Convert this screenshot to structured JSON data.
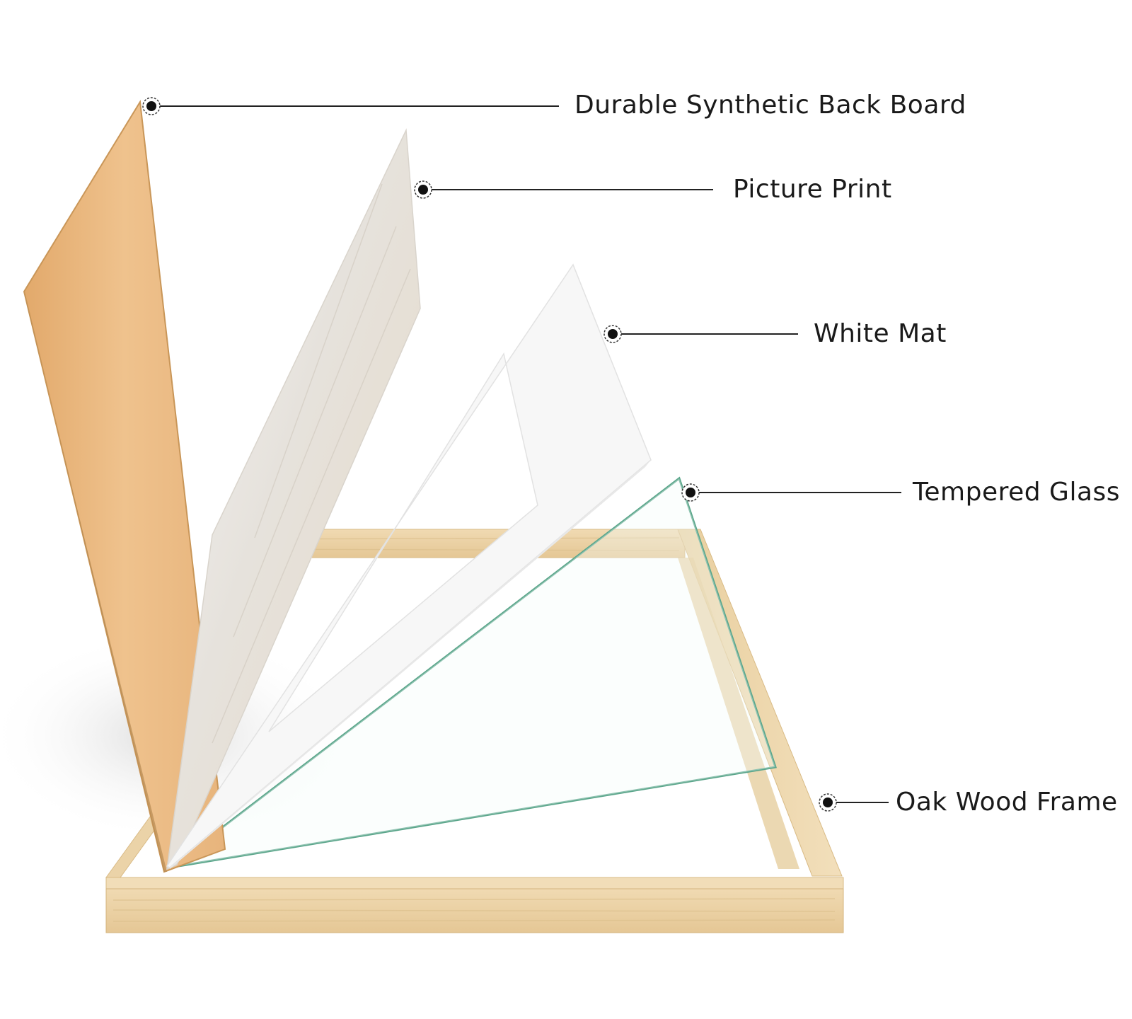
{
  "callouts": [
    {
      "id": "back-board",
      "label": "Durable Synthetic Back Board"
    },
    {
      "id": "picture-print",
      "label": "Picture Print"
    },
    {
      "id": "white-mat",
      "label": "White Mat"
    },
    {
      "id": "tempered-glass",
      "label": "Tempered Glass"
    },
    {
      "id": "oak-frame",
      "label": "Oak Wood Frame"
    }
  ],
  "colors": {
    "background": "#ffffff",
    "leader_line": "#222222",
    "back_board": "#eab980",
    "oak_wood": "#ecd3a6",
    "mat": "#f6f6f6",
    "glass_edge": "#5aa58a"
  }
}
